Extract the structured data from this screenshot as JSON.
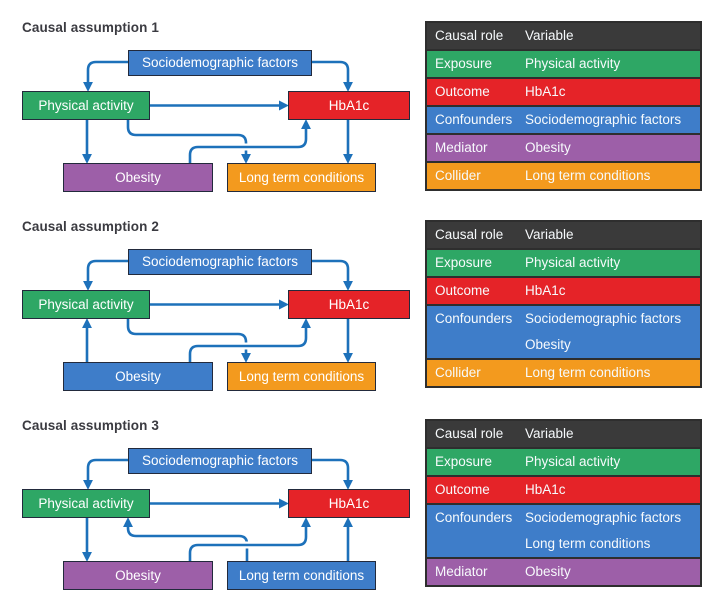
{
  "colors": {
    "blue": "#3e7dc9",
    "green": "#2ea765",
    "red": "#e52328",
    "purple": "#9d5fa8",
    "orange": "#f39a1e",
    "header_dark": "#3a3a3a",
    "arrow_blue": "#1d71ba"
  },
  "sections": [
    {
      "title": "Causal assumption 1",
      "nodes": {
        "sdf": {
          "label": "Sociodemographic factors",
          "color": "blue"
        },
        "pa": {
          "label": "Physical activity",
          "color": "green"
        },
        "hba1c": {
          "label": "HbA1c",
          "color": "red"
        },
        "obesity": {
          "label": "Obesity",
          "color": "purple"
        },
        "ltc": {
          "label": "Long term conditions",
          "color": "orange"
        }
      },
      "edges": [
        {
          "from": "sdf",
          "to": "pa"
        },
        {
          "from": "sdf",
          "to": "hba1c"
        },
        {
          "from": "pa",
          "to": "hba1c"
        },
        {
          "from": "pa",
          "to": "obesity"
        },
        {
          "from": "pa",
          "to": "ltc"
        },
        {
          "from": "obesity",
          "to": "hba1c"
        },
        {
          "from": "hba1c",
          "to": "ltc"
        }
      ],
      "table": {
        "headers": [
          "Causal role",
          "Variable"
        ],
        "rows": [
          {
            "role": "Exposure",
            "variables": [
              "Physical activity"
            ],
            "color": "green"
          },
          {
            "role": "Outcome",
            "variables": [
              "HbA1c"
            ],
            "color": "red"
          },
          {
            "role": "Confounders",
            "variables": [
              "Sociodemographic factors"
            ],
            "color": "blue"
          },
          {
            "role": "Mediator",
            "variables": [
              "Obesity"
            ],
            "color": "purple"
          },
          {
            "role": "Collider",
            "variables": [
              "Long term conditions"
            ],
            "color": "orange"
          }
        ]
      }
    },
    {
      "title": "Causal assumption 2",
      "nodes": {
        "sdf": {
          "label": "Sociodemographic factors",
          "color": "blue"
        },
        "pa": {
          "label": "Physical activity",
          "color": "green"
        },
        "hba1c": {
          "label": "HbA1c",
          "color": "red"
        },
        "obesity": {
          "label": "Obesity",
          "color": "blue"
        },
        "ltc": {
          "label": "Long term conditions",
          "color": "orange"
        }
      },
      "edges": [
        {
          "from": "sdf",
          "to": "pa"
        },
        {
          "from": "sdf",
          "to": "hba1c"
        },
        {
          "from": "pa",
          "to": "hba1c"
        },
        {
          "from": "obesity",
          "to": "pa"
        },
        {
          "from": "pa",
          "to": "ltc"
        },
        {
          "from": "obesity",
          "to": "hba1c"
        },
        {
          "from": "hba1c",
          "to": "ltc"
        }
      ],
      "table": {
        "headers": [
          "Causal role",
          "Variable"
        ],
        "rows": [
          {
            "role": "Exposure",
            "variables": [
              "Physical activity"
            ],
            "color": "green"
          },
          {
            "role": "Outcome",
            "variables": [
              "HbA1c"
            ],
            "color": "red"
          },
          {
            "role": "Confounders",
            "variables": [
              "Sociodemographic factors",
              "Obesity"
            ],
            "color": "blue"
          },
          {
            "role": "Collider",
            "variables": [
              "Long term conditions"
            ],
            "color": "orange"
          }
        ]
      }
    },
    {
      "title": "Causal assumption 3",
      "nodes": {
        "sdf": {
          "label": "Sociodemographic factors",
          "color": "blue"
        },
        "pa": {
          "label": "Physical activity",
          "color": "green"
        },
        "hba1c": {
          "label": "HbA1c",
          "color": "red"
        },
        "obesity": {
          "label": "Obesity",
          "color": "purple"
        },
        "ltc": {
          "label": "Long term conditions",
          "color": "blue"
        }
      },
      "edges": [
        {
          "from": "sdf",
          "to": "pa"
        },
        {
          "from": "sdf",
          "to": "hba1c"
        },
        {
          "from": "pa",
          "to": "hba1c"
        },
        {
          "from": "pa",
          "to": "obesity"
        },
        {
          "from": "ltc",
          "to": "pa"
        },
        {
          "from": "obesity",
          "to": "hba1c"
        },
        {
          "from": "ltc",
          "to": "hba1c"
        }
      ],
      "table": {
        "headers": [
          "Causal role",
          "Variable"
        ],
        "rows": [
          {
            "role": "Exposure",
            "variables": [
              "Physical activity"
            ],
            "color": "green"
          },
          {
            "role": "Outcome",
            "variables": [
              "HbA1c"
            ],
            "color": "red"
          },
          {
            "role": "Confounders",
            "variables": [
              "Sociodemographic factors",
              "Long term conditions"
            ],
            "color": "blue"
          },
          {
            "role": "Mediator",
            "variables": [
              "Obesity"
            ],
            "color": "purple"
          }
        ]
      }
    }
  ]
}
